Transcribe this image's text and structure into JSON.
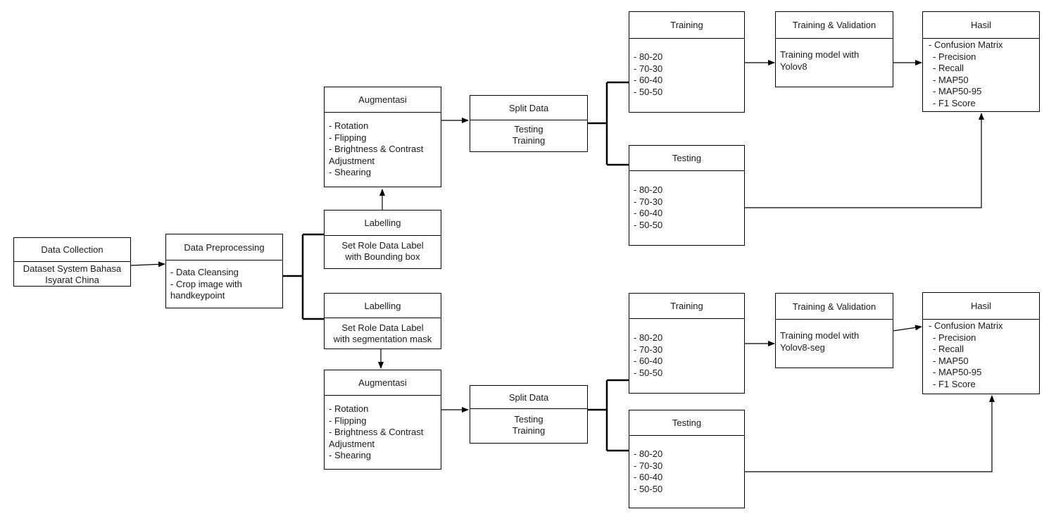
{
  "data_collection": {
    "title": "Data Collection",
    "lines": [
      "Dataset System Bahasa",
      "Isyarat China"
    ]
  },
  "data_preprocessing": {
    "title": "Data Preprocessing",
    "lines": [
      "- Data Cleansing",
      "- Crop image with",
      "handkeypoint"
    ]
  },
  "top": {
    "labelling": {
      "title": "Labelling",
      "lines": [
        "Set Role Data Label",
        "with Bounding box"
      ]
    },
    "augmentasi": {
      "title": "Augmentasi",
      "lines": [
        "- Rotation",
        "- Flipping",
        "- Brightness & Contrast",
        "Adjustment",
        "- Shearing"
      ]
    },
    "split_data": {
      "title": "Split Data",
      "lines": [
        "Testing",
        "Training"
      ]
    },
    "training": {
      "title": "Training",
      "lines": [
        "- 80-20",
        "- 70-30",
        "- 60-40",
        "- 50-50"
      ]
    },
    "testing": {
      "title": "Testing",
      "lines": [
        "- 80-20",
        "- 70-30",
        "- 60-40",
        "- 50-50"
      ]
    },
    "train_val": {
      "title": "Training & Validation",
      "lines": [
        "Training model with",
        "Yolov8"
      ]
    },
    "hasil": {
      "title": "Hasil",
      "lines": [
        "- Confusion Matrix",
        "- Precision",
        "- Recall",
        "- MAP50",
        "- MAP50-95",
        "- F1 Score"
      ]
    }
  },
  "bottom": {
    "labelling": {
      "title": "Labelling",
      "lines": [
        "Set Role Data Label",
        "with segmentation mask"
      ]
    },
    "augmentasi": {
      "title": "Augmentasi",
      "lines": [
        "- Rotation",
        "- Flipping",
        "- Brightness & Contrast",
        "Adjustment",
        "- Shearing"
      ]
    },
    "split_data": {
      "title": "Split Data",
      "lines": [
        "Testing",
        "Training"
      ]
    },
    "training": {
      "title": "Training",
      "lines": [
        "- 80-20",
        "- 70-30",
        "- 60-40",
        "- 50-50"
      ]
    },
    "testing": {
      "title": "Testing",
      "lines": [
        "- 80-20",
        "- 70-30",
        "- 60-40",
        "- 50-50"
      ]
    },
    "train_val": {
      "title": "Training & Validation",
      "lines": [
        "Training model with",
        "Yolov8-seg"
      ]
    },
    "hasil": {
      "title": "Hasil",
      "lines": [
        "- Confusion Matrix",
        "- Precision",
        "- Recall",
        "- MAP50",
        "- MAP50-95",
        "- F1 Score"
      ]
    }
  }
}
